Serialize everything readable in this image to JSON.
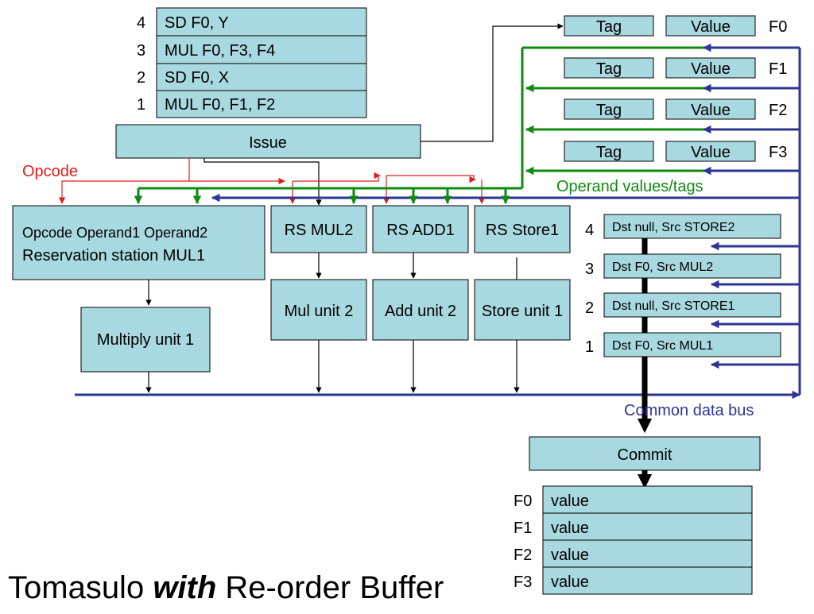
{
  "instruction_queue": [
    {
      "num": "4",
      "text": "SD F0, Y"
    },
    {
      "num": "3",
      "text": "MUL F0, F3, F4"
    },
    {
      "num": "2",
      "text": "SD F0, X"
    },
    {
      "num": "1",
      "text": "MUL F0, F1, F2"
    }
  ],
  "issue_label": "Issue",
  "opcode_label": "Opcode",
  "register_file": {
    "tag_label": "Tag",
    "value_label": "Value",
    "registers": [
      "F0",
      "F1",
      "F2",
      "F3"
    ]
  },
  "operand_bus_label": "Operand values/tags",
  "reservation_station_mul1": {
    "fields": "Opcode  Operand1 Operand2",
    "name": "Reservation station MUL1"
  },
  "rs_mul2": "RS MUL2",
  "rs_add1": "RS ADD1",
  "rs_store1": "RS Store1",
  "multiply_unit1": "Multiply unit 1",
  "mul_unit2": "Mul unit 2",
  "add_unit2": "Add unit 2",
  "store_unit1": "Store unit 1",
  "reorder_buffer": [
    {
      "num": "4",
      "text": "Dst null, Src STORE2"
    },
    {
      "num": "3",
      "text": "Dst F0, Src MUL2"
    },
    {
      "num": "2",
      "text": "Dst null, Src STORE1"
    },
    {
      "num": "1",
      "text": "Dst F0, Src MUL1"
    }
  ],
  "cdb_label": "Common data bus",
  "commit_label": "Commit",
  "arch_registers": [
    {
      "reg": "F0",
      "value": "value"
    },
    {
      "reg": "F1",
      "value": "value"
    },
    {
      "reg": "F2",
      "value": "value"
    },
    {
      "reg": "F3",
      "value": "value"
    }
  ],
  "title": {
    "before": "Tomasulo ",
    "emph": "with",
    "after": " Re-order Buffer"
  }
}
